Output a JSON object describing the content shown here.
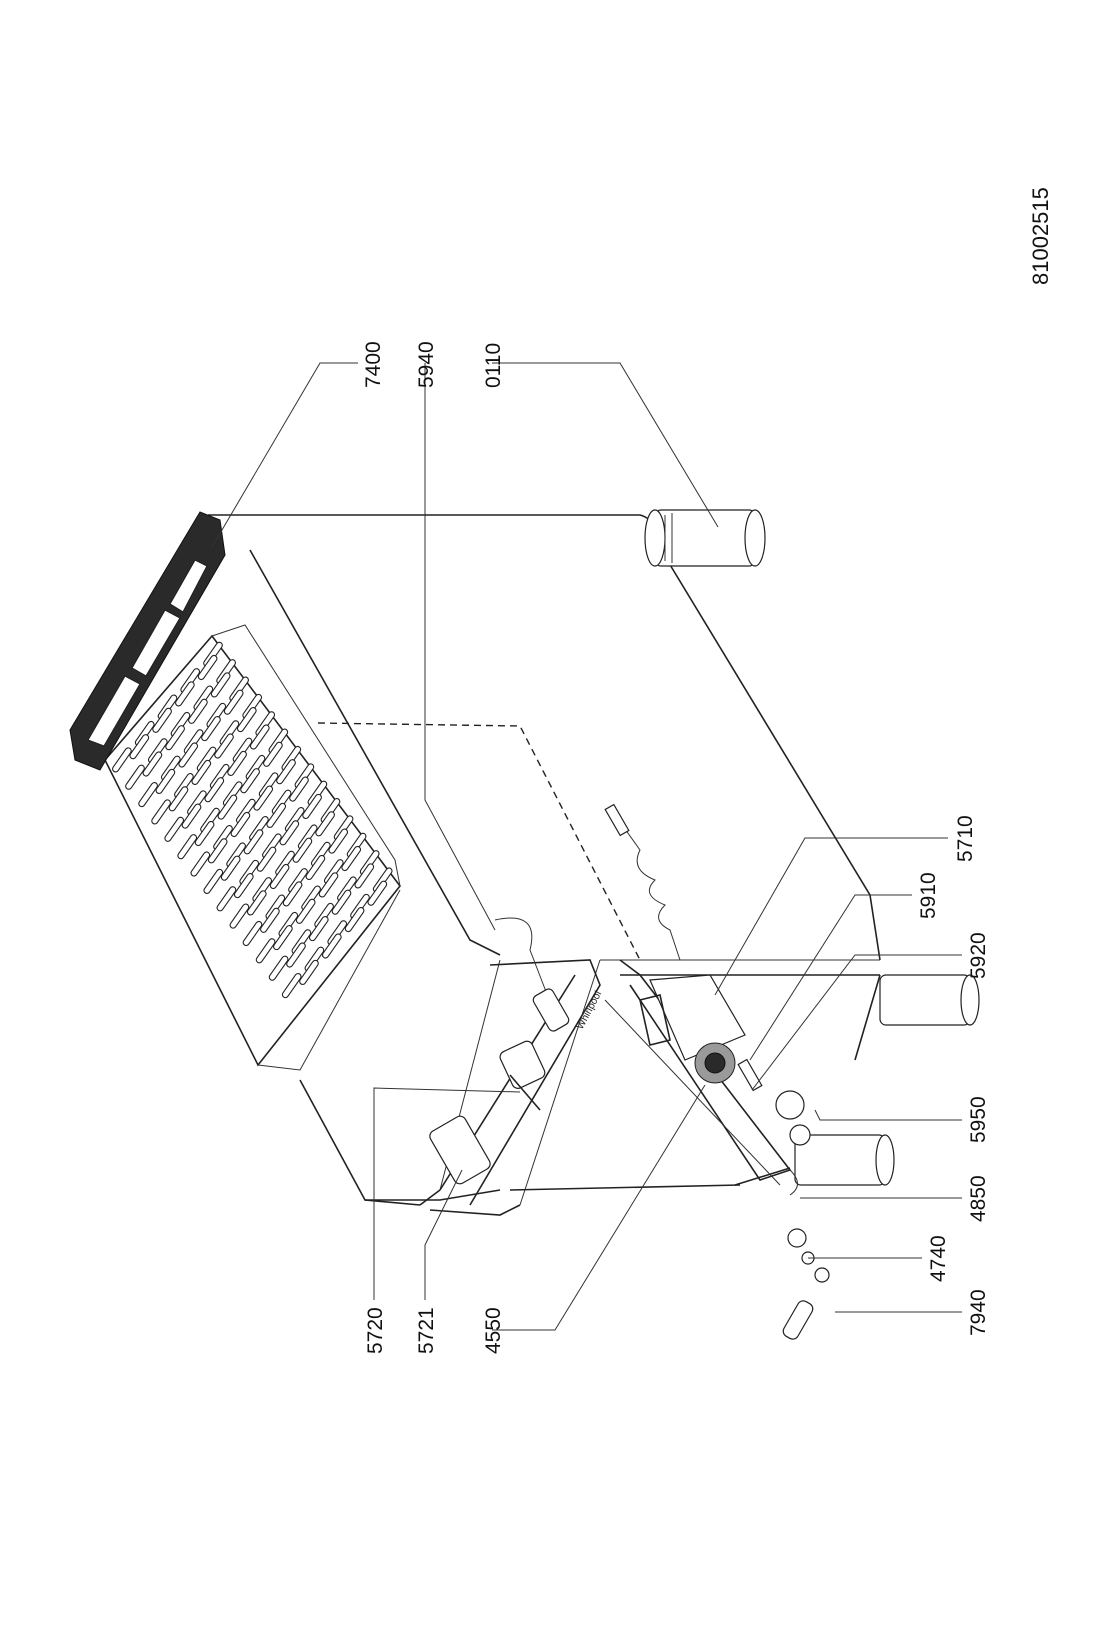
{
  "document": {
    "id": "81002515"
  },
  "part_labels": [
    {
      "code": "7400"
    },
    {
      "code": "5940"
    },
    {
      "code": "0110"
    },
    {
      "code": "5710"
    },
    {
      "code": "5910"
    },
    {
      "code": "5920"
    },
    {
      "code": "5950"
    },
    {
      "code": "4850"
    },
    {
      "code": "4740"
    },
    {
      "code": "7940"
    },
    {
      "code": "5720"
    },
    {
      "code": "5721"
    },
    {
      "code": "4550"
    }
  ],
  "components": {
    "brand_plate": "Whirlpool"
  }
}
